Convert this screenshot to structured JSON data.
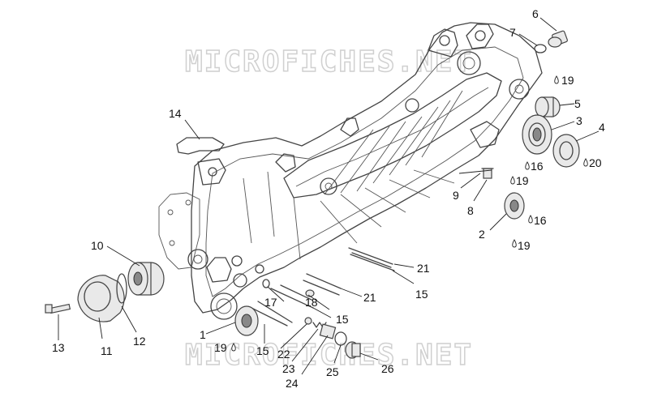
{
  "watermarks": [
    "MICROFICHES.NET",
    "MICROFICHES.NET"
  ],
  "callouts": [
    {
      "id": "c1",
      "text": "1"
    },
    {
      "id": "c2",
      "text": "2"
    },
    {
      "id": "c3",
      "text": "3"
    },
    {
      "id": "c4",
      "text": "4"
    },
    {
      "id": "c5",
      "text": "5"
    },
    {
      "id": "c6",
      "text": "6"
    },
    {
      "id": "c7",
      "text": "7"
    },
    {
      "id": "c8",
      "text": "8"
    },
    {
      "id": "c9",
      "text": "9"
    },
    {
      "id": "c10",
      "text": "10"
    },
    {
      "id": "c11",
      "text": "11"
    },
    {
      "id": "c12",
      "text": "12"
    },
    {
      "id": "c13",
      "text": "13"
    },
    {
      "id": "c14",
      "text": "14"
    },
    {
      "id": "c15a",
      "text": "15"
    },
    {
      "id": "c15b",
      "text": "15"
    },
    {
      "id": "c15c",
      "text": "15"
    },
    {
      "id": "c16a",
      "text": "16"
    },
    {
      "id": "c16b",
      "text": "16"
    },
    {
      "id": "c17",
      "text": "17"
    },
    {
      "id": "c18",
      "text": "18"
    },
    {
      "id": "c19a",
      "text": "19"
    },
    {
      "id": "c19b",
      "text": "19"
    },
    {
      "id": "c19c",
      "text": "19"
    },
    {
      "id": "c19d",
      "text": "19"
    },
    {
      "id": "c20",
      "text": "20"
    },
    {
      "id": "c21a",
      "text": "21"
    },
    {
      "id": "c21b",
      "text": "21"
    },
    {
      "id": "c22",
      "text": "22"
    },
    {
      "id": "c23",
      "text": "23"
    },
    {
      "id": "c24",
      "text": "24"
    },
    {
      "id": "c25",
      "text": "25"
    },
    {
      "id": "c26",
      "text": "26"
    }
  ]
}
